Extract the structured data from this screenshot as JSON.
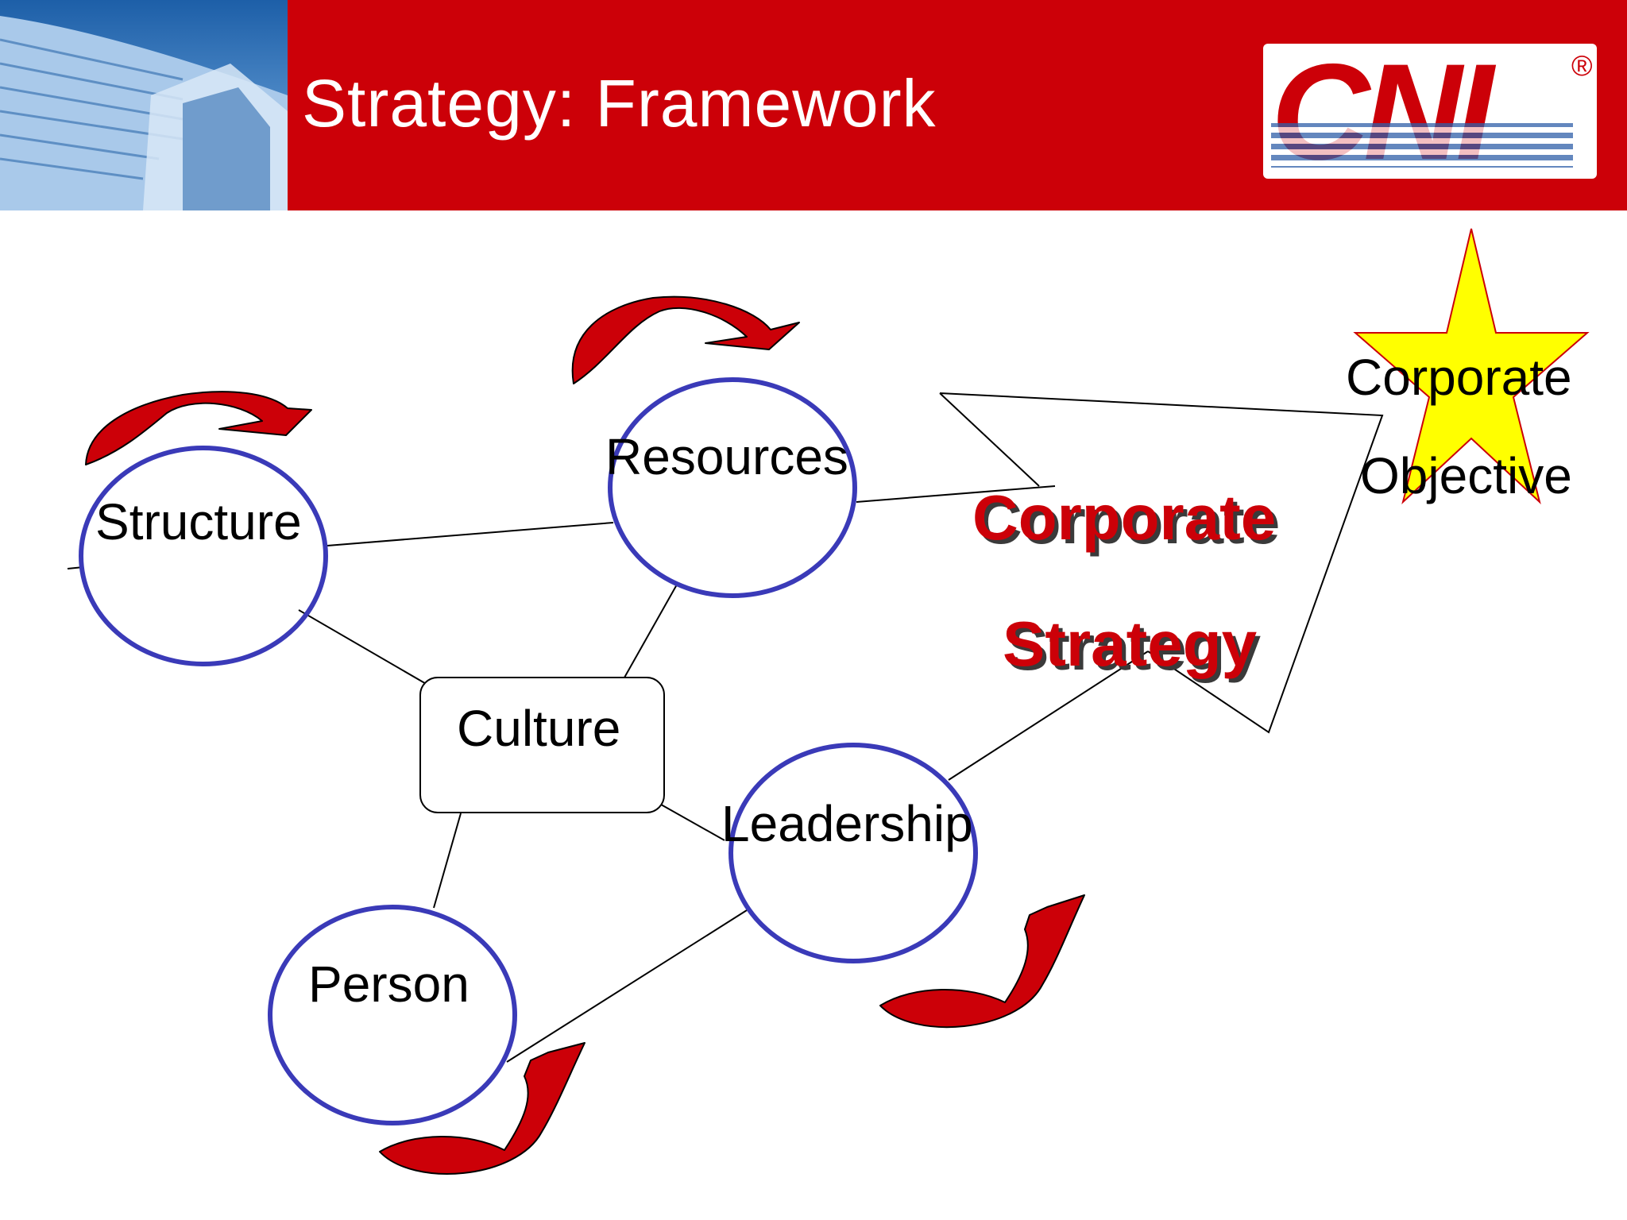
{
  "slide": {
    "title": "Strategy: Framework",
    "logo_text": "CNI",
    "logo_mark": "®"
  },
  "nodes": {
    "structure": "Structure",
    "resources": "Resources",
    "culture": "Culture",
    "leadership": "Leadership",
    "person": "Person"
  },
  "strategy": {
    "line1": "Corporate",
    "line2": "Strategy"
  },
  "objective": {
    "line1": "Corporate",
    "line2": "Objective"
  },
  "colors": {
    "header_red": "#cc0008",
    "circle_blue": "#3a3ab8",
    "arrow_red": "#cc0008",
    "star_yellow": "#ffff00"
  },
  "icons": [
    "building-photo",
    "cni-logo",
    "curved-arrow-icon",
    "star-icon"
  ]
}
